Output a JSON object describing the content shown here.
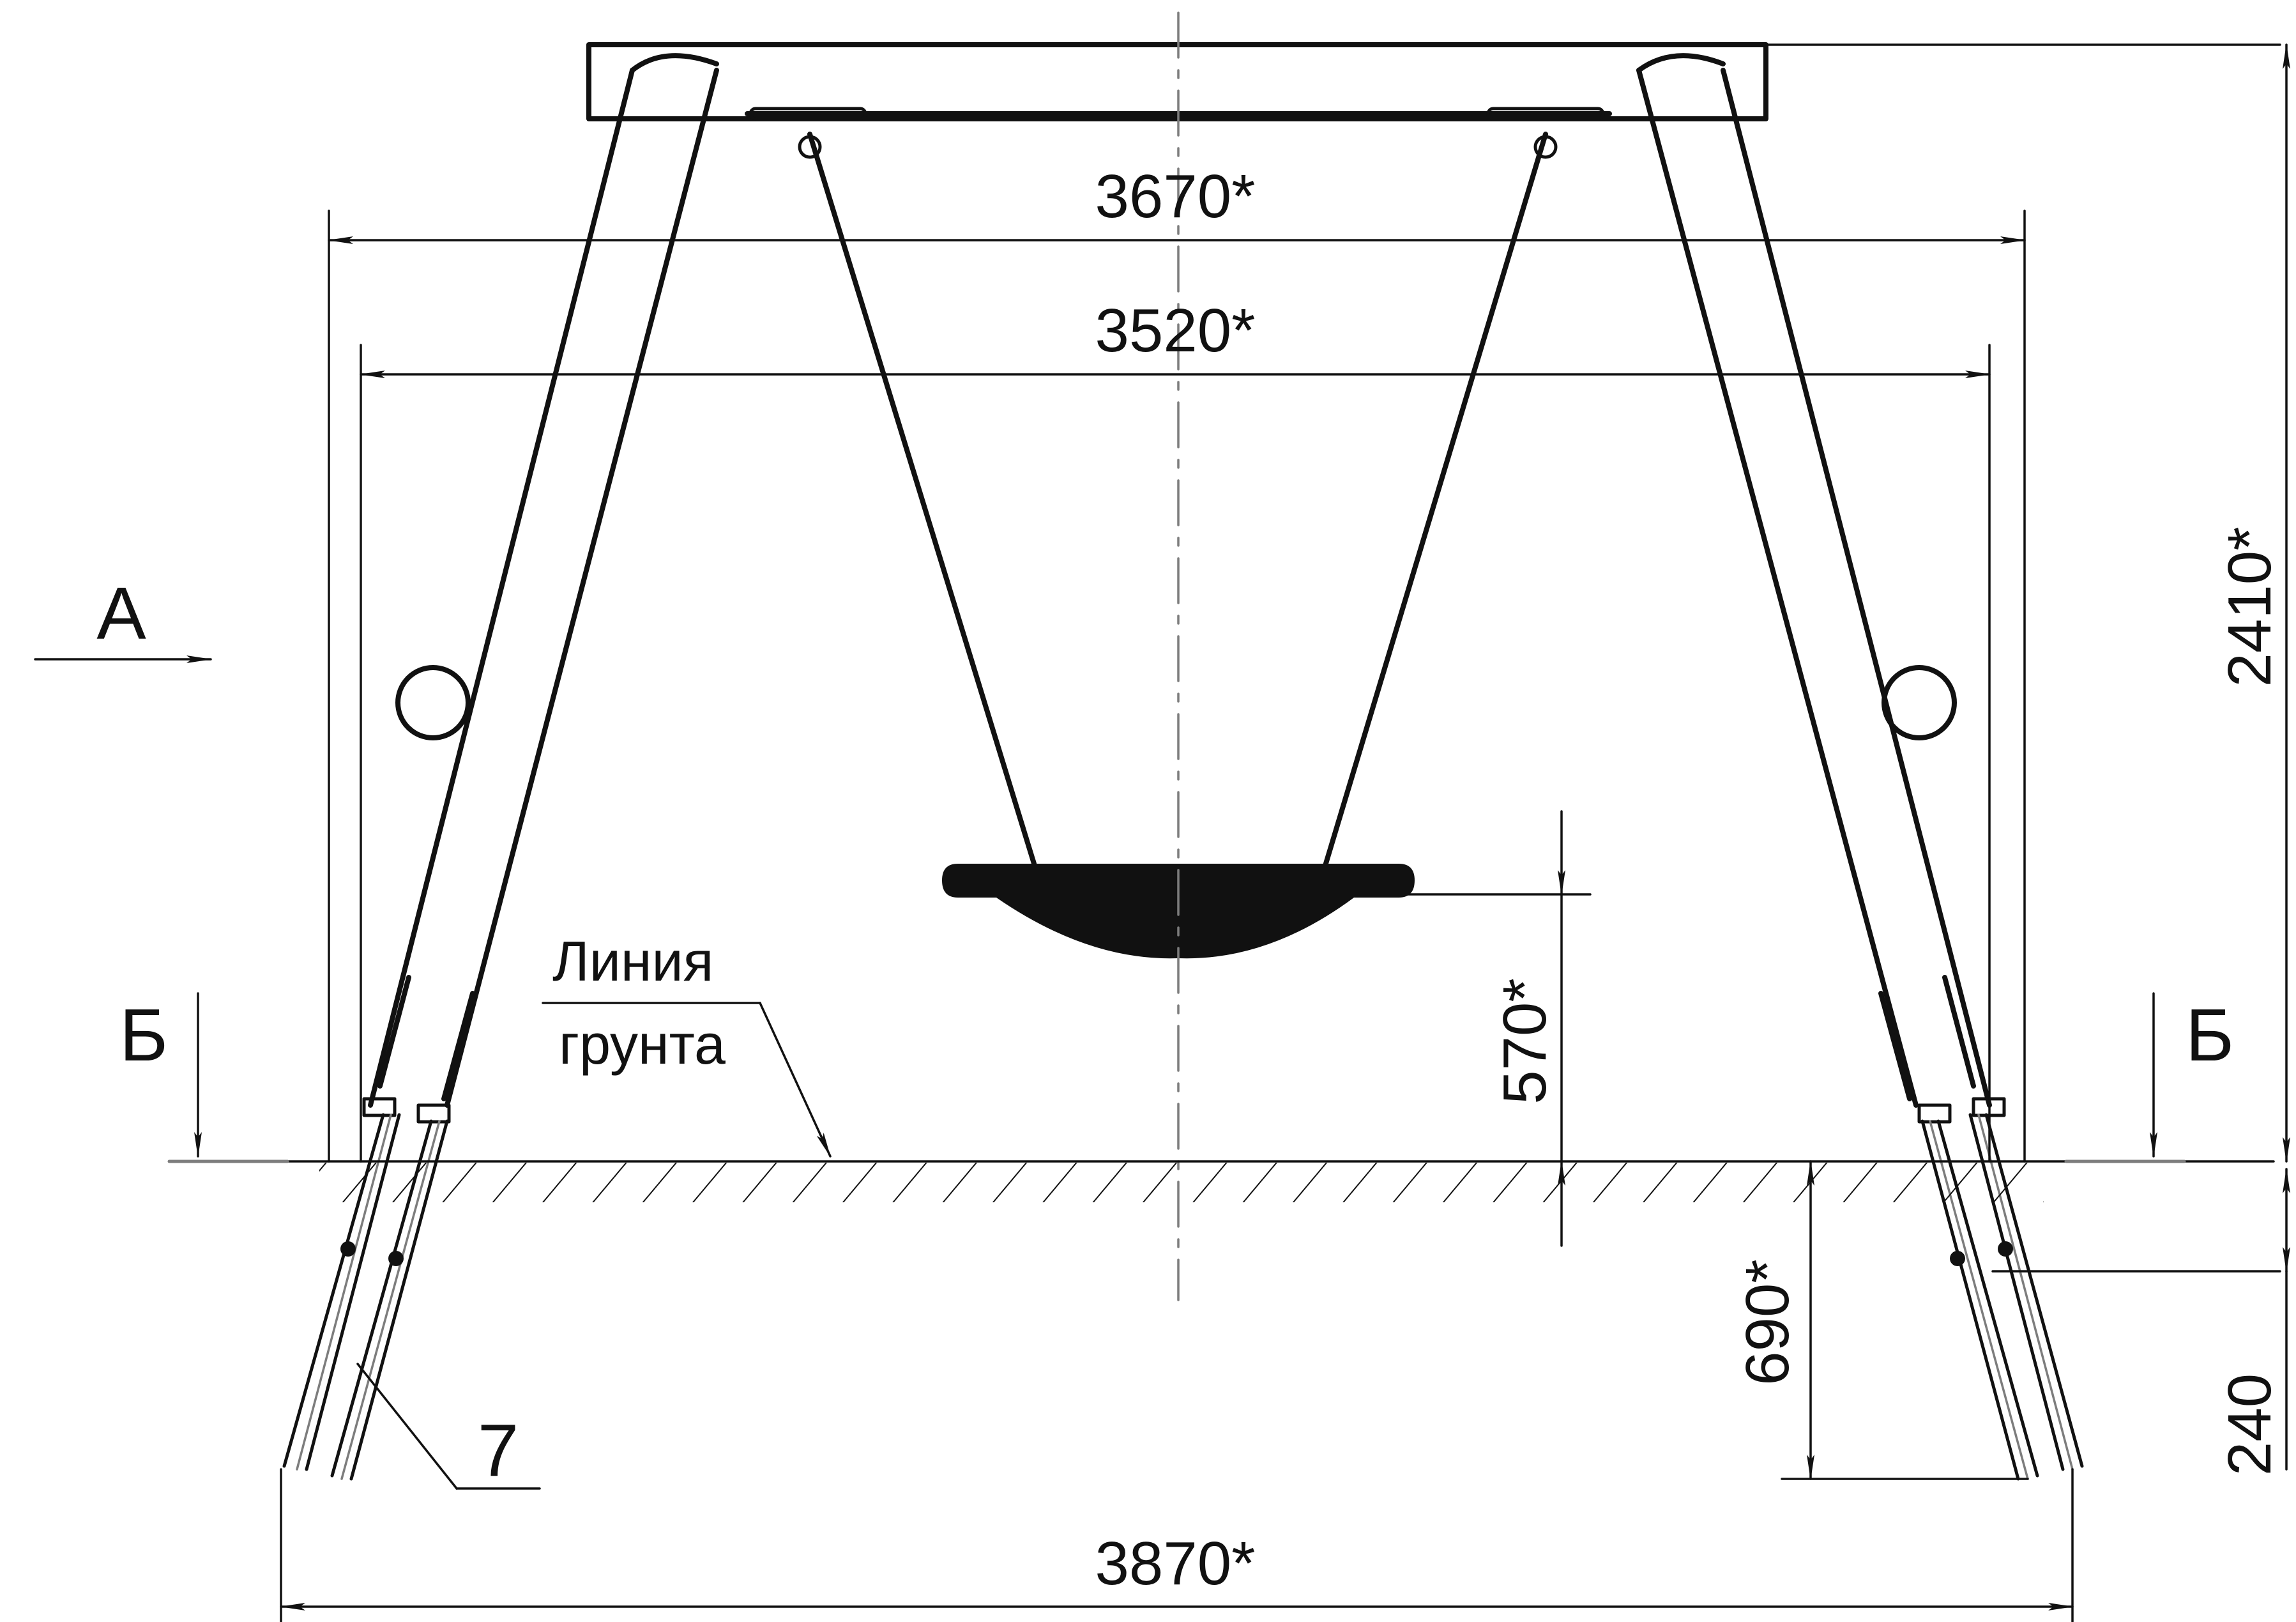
{
  "drawing": {
    "dimensions": {
      "top_outer_width": "3670*",
      "top_inner_width": "3520*",
      "total_height": "2410*",
      "seat_clearance": "570*",
      "embed_depth": "690*",
      "footing_offset": "240",
      "base_width": "3870*"
    },
    "labels": {
      "view_arrow": "А",
      "section_left": "Б",
      "section_right": "Б",
      "part_number": "7",
      "ground_line_1": "Линия",
      "ground_line_2": "грунта"
    }
  }
}
